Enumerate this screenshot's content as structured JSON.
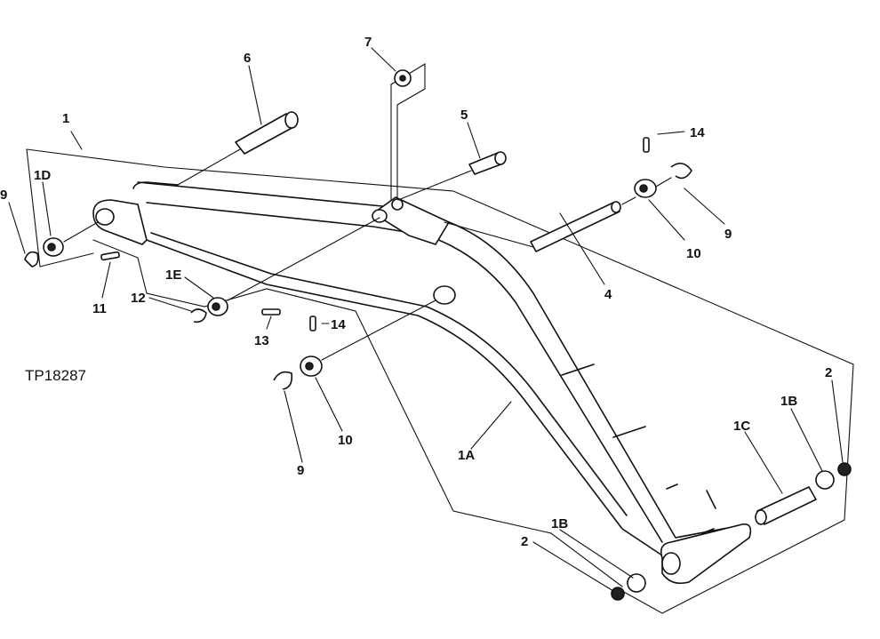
{
  "figure_id": "TP18287",
  "callouts": {
    "c1": "1",
    "c1A": "1A",
    "c1B_upper": "1B",
    "c1B_lower": "1B",
    "c1C": "1C",
    "c1D": "1D",
    "c1E": "1E",
    "c2_upper": "2",
    "c2_lower": "2",
    "c4": "4",
    "c5": "5",
    "c6": "6",
    "c7": "7",
    "c9_left": "9",
    "c9_right": "9",
    "c9_mid": "9",
    "c10_right": "10",
    "c10_mid": "10",
    "c11": "11",
    "c12": "12",
    "c13": "13",
    "c14_top": "14",
    "c14_mid": "14"
  }
}
